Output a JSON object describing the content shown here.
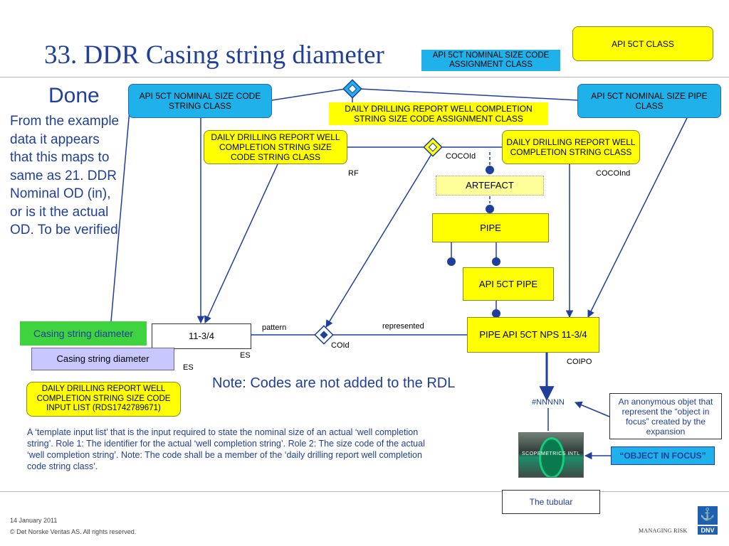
{
  "slide": {
    "title": "33. DDR Casing string diameter",
    "done": "Done",
    "left_note": "From the example data it appears that this maps to same as 21. DDR Nominal OD (in), or is it the actual OD. To be verified",
    "note": "Note: Codes are not added to the RDL",
    "paragraph": "A ‘template input list’ that is the input required to state the nominal size of an actual ‘well completion string’. Role 1: The identifier for the actual ‘well completion string’. Role 2: The size code of the actual ‘well completion string’. Note: The code shall be a member of the ‘daily drilling report well completion code string class’."
  },
  "nodes": {
    "api_5ct_class": "API 5CT CLASS",
    "nominal_size_code_assignment_class": "API 5CT NOMINAL SIZE CODE ASSIGNMENT CLASS",
    "nominal_size_code_string_class": "API 5CT NOMINAL SIZE CODE STRING CLASS",
    "ddr_wc_string_size_code_assignment_class": "DAILY DRILLING REPORT WELL COMPLETION STRING SIZE CODE ASSIGNMENT CLASS",
    "nominal_size_pipe_class": "API 5CT NOMINAL SIZE PIPE CLASS",
    "ddr_wc_string_size_code_string_class": "DAILY DRILLING REPORT WELL COMPLETION STRING SIZE CODE STRING CLASS",
    "ddr_wc_string_class": "DAILY DRILLING REPORT WELL COMPLETION STRING CLASS",
    "artefact": "ARTEFACT",
    "pipe": "PIPE",
    "api_5ct_pipe": "API 5CT PIPE",
    "pipe_api_5ct_nps": "PIPE API 5CT NPS 11-3/4",
    "value_11_3_4": "11-3/4",
    "casing_string_diameter_green": "Casing string diameter",
    "casing_string_diameter_lavender": "Casing string diameter",
    "ddr_input_list": "DAILY DRILLING REPORT WELL COMPLETION STRING SIZE CODE INPUT LIST (RDS1742789671)",
    "anonymous_object_note": "An anonymous objet that represent the “object in focus” created by the expansion",
    "object_in_focus": "“OBJECT IN FOCUS”",
    "the_tubular": "The tubular",
    "nnnnn": "#NNNNN"
  },
  "labels": {
    "cocoid": "COCOId",
    "cocoind": "COCOInd",
    "rf": "RF",
    "pattern": "pattern",
    "represented": "represented",
    "coid": "COId",
    "es_1": "ES",
    "es_2": "ES",
    "coipo": "COIPO"
  },
  "photo": {
    "caption": "SCOPEMETRICS INTL"
  },
  "footer": {
    "date": "14 January 2011",
    "copyright": "© Det Norske Veritas AS. All rights reserved.",
    "managing_risk": "MANAGING RISK",
    "brand": "DNV"
  },
  "colors": {
    "accent_blue": "#1f3f9a",
    "cyan_box": "#1fb1ea",
    "yellow_box": "#ffff00",
    "green_box": "#3fd43f",
    "lavender_box": "#c8c8ff",
    "line": "#1f3f9a"
  }
}
